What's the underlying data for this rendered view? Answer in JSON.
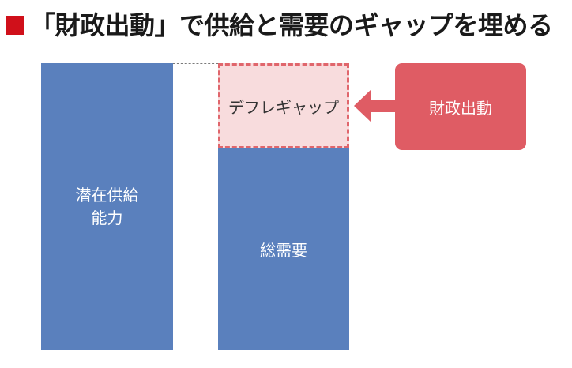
{
  "title": {
    "text": "「財政出動」で供給と需要のギャップを埋める",
    "marker_color": "#d0101a"
  },
  "diagram": {
    "supply": {
      "label_line1": "潜在供給",
      "label_line2": "能力",
      "color": "#5a80bd"
    },
    "demand": {
      "label": "総需要",
      "color": "#5a80bd"
    },
    "gap": {
      "label": "デフレギャップ",
      "fill_color": "#f8dcdd",
      "border_color": "#e0666c"
    },
    "fiscal": {
      "label": "財政出動",
      "color": "#df5c64"
    },
    "arrow": {
      "icon": "arrow-left-icon",
      "color": "#df5c64"
    },
    "connector_color": "#7a7a7a"
  }
}
